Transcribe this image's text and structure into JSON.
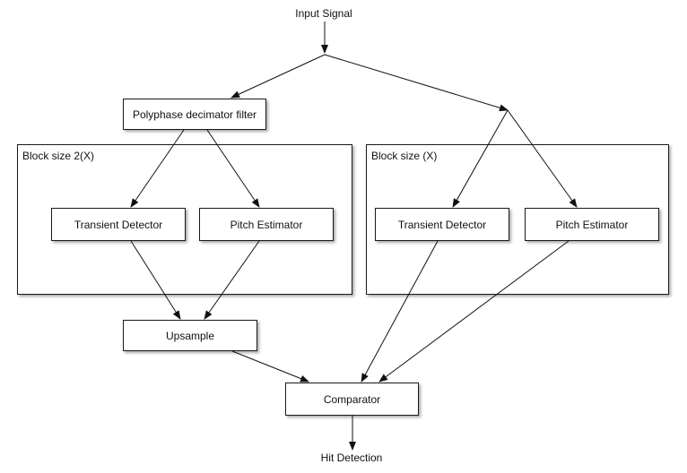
{
  "input_label": "Input Signal",
  "output_label": "Hit Detection",
  "groups": {
    "left": {
      "label": "Block size 2(X)"
    },
    "right": {
      "label": "Block size (X)"
    }
  },
  "nodes": {
    "polyphase": "Polyphase decimator filter",
    "left_transient": "Transient Detector",
    "left_pitch": "Pitch Estimator",
    "right_transient": "Transient Detector",
    "right_pitch": "Pitch Estimator",
    "upsample": "Upsample",
    "comparator": "Comparator"
  },
  "edges": [
    [
      "input-signal-label",
      "split-point-top"
    ],
    [
      "split-point-top",
      "polyphase-decimator-filter-node"
    ],
    [
      "split-point-top",
      "split-point-right"
    ],
    [
      "polyphase-decimator-filter-node",
      "left-transient-detector-node"
    ],
    [
      "polyphase-decimator-filter-node",
      "left-pitch-estimator-node"
    ],
    [
      "split-point-right",
      "right-transient-detector-node"
    ],
    [
      "split-point-right",
      "right-pitch-estimator-node"
    ],
    [
      "left-transient-detector-node",
      "upsample-node"
    ],
    [
      "left-pitch-estimator-node",
      "upsample-node"
    ],
    [
      "upsample-node",
      "comparator-node"
    ],
    [
      "right-transient-detector-node",
      "comparator-node"
    ],
    [
      "right-pitch-estimator-node",
      "comparator-node"
    ],
    [
      "comparator-node",
      "hit-detection-label"
    ]
  ]
}
